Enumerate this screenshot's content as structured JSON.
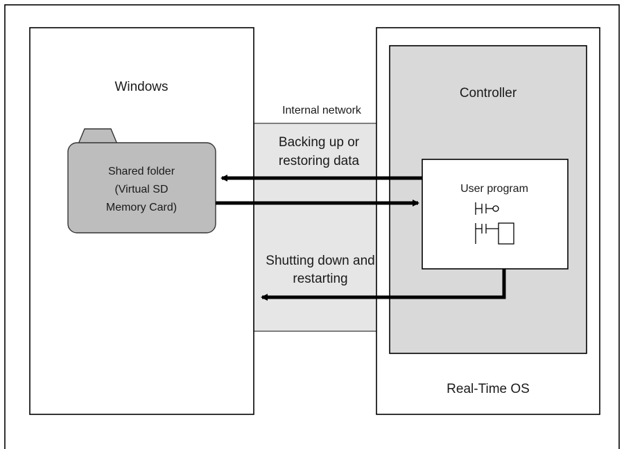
{
  "windows": {
    "label": "Windows"
  },
  "shared_folder": {
    "lines": [
      "Shared folder",
      "(Virtual SD",
      "Memory Card)"
    ]
  },
  "internal_network": {
    "label": "Internal network"
  },
  "backup": {
    "lines": [
      "Backing up or",
      "restoring data"
    ]
  },
  "shutdown": {
    "lines": [
      "Shutting down and",
      "restarting"
    ]
  },
  "controller": {
    "label": "Controller"
  },
  "user_program": {
    "label": "User program"
  },
  "rtos": {
    "label": "Real-Time OS"
  },
  "colors": {
    "line": "#000000",
    "panel_gray": "#d9d9d9",
    "network_gray": "#e6e6e6",
    "folder_gray": "#bdbdbd"
  }
}
